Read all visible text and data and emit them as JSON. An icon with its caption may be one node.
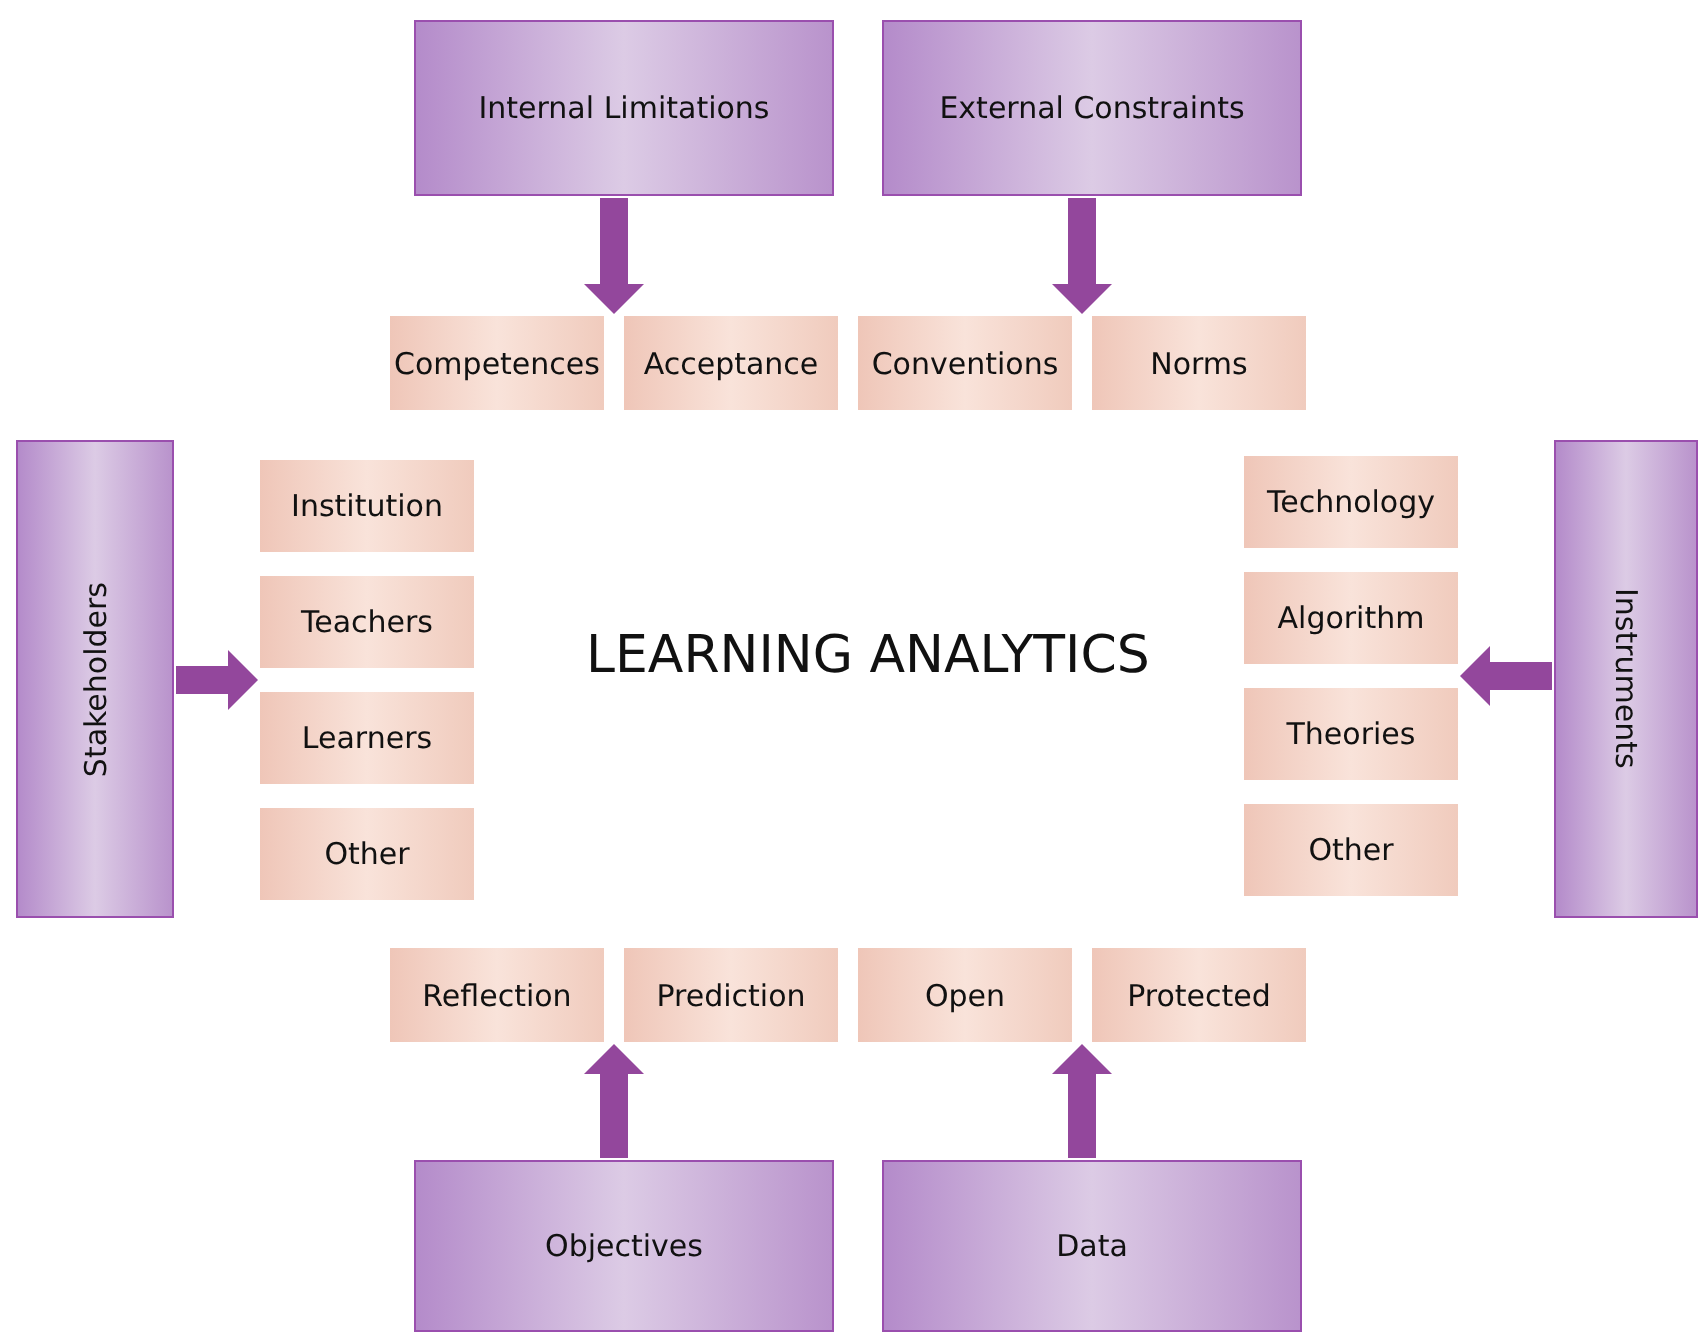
{
  "diagram": {
    "nodes": [
      {
        "text": [
          "Internal Limitations"
        ]
      },
      {
        "text": [
          "External Constraints"
        ]
      },
      {
        "text": [
          "Competences"
        ]
      },
      {
        "text": [
          "Acceptance"
        ]
      },
      {
        "text": [
          "Conventions"
        ]
      },
      {
        "text": [
          "Norms"
        ]
      },
      {
        "text": [
          "Stakeholders"
        ]
      },
      {
        "text": [
          "Institution"
        ]
      },
      {
        "text": [
          "Teachers"
        ]
      },
      {
        "text": [
          "Learners"
        ]
      },
      {
        "text": [
          "Other"
        ]
      },
      {
        "text": [
          "Technology"
        ]
      },
      {
        "text": [
          "Algorithm"
        ]
      },
      {
        "text": [
          "Theories"
        ]
      },
      {
        "text": [
          "Other"
        ]
      },
      {
        "text": [
          "Instruments"
        ]
      },
      {
        "text": [
          "Reflection"
        ]
      },
      {
        "text": [
          "Prediction"
        ]
      },
      {
        "text": [
          "Open"
        ]
      },
      {
        "text": [
          "Protected"
        ]
      },
      {
        "text": [
          "Objectives"
        ]
      },
      {
        "text": [
          "Data"
        ]
      }
    ],
    "edges": [
      {
        "from": 0,
        "to": 2,
        "arrow": "to"
      },
      {
        "from": 0,
        "to": 3,
        "arrow": "to"
      },
      {
        "from": 1,
        "to": 4,
        "arrow": "to"
      },
      {
        "from": 1,
        "to": 5,
        "arrow": "to"
      },
      {
        "from": 6,
        "to": 8,
        "arrow": "to"
      },
      {
        "from": 6,
        "to": 9,
        "arrow": "to"
      },
      {
        "from": 15,
        "to": 12,
        "arrow": "to"
      },
      {
        "from": 15,
        "to": 13,
        "arrow": "to"
      },
      {
        "from": 20,
        "to": 16,
        "arrow": "to"
      },
      {
        "from": 20,
        "to": 17,
        "arrow": "to"
      },
      {
        "from": 21,
        "to": 18,
        "arrow": "to"
      },
      {
        "from": 21,
        "to": 19,
        "arrow": "to"
      }
    ],
    "labels": [
      "LEARNING ANALYTICS"
    ]
  }
}
